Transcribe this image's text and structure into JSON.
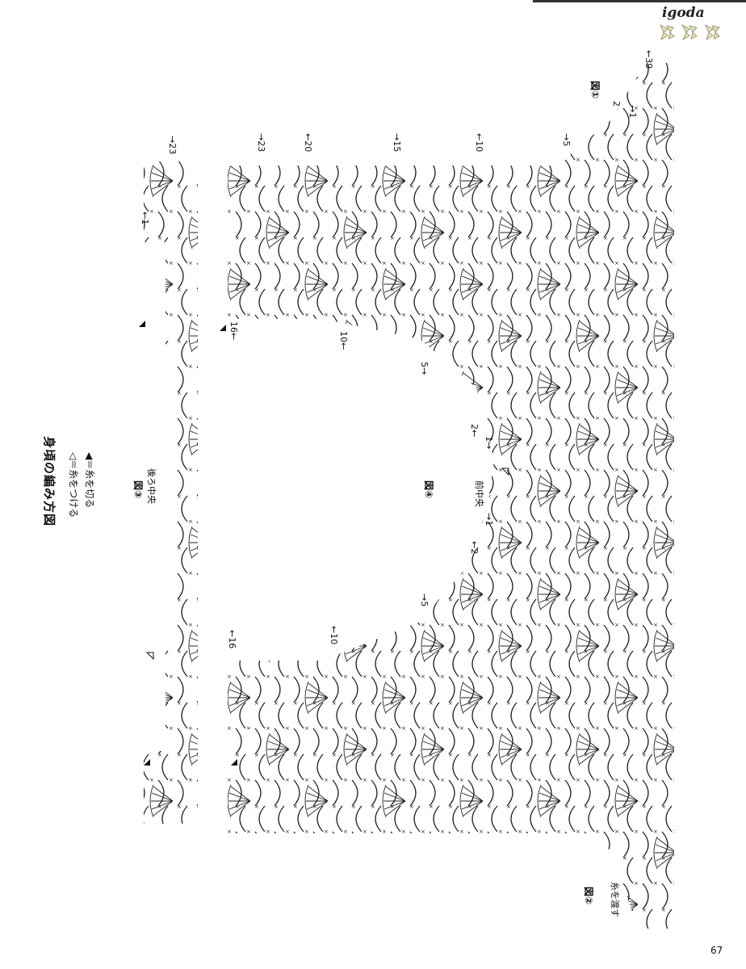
{
  "header": {
    "brand": "igoda",
    "page_number": "67"
  },
  "title": "身頃の編み方図",
  "legend": [
    {
      "symbol": "◁",
      "text": "＝糸をつける"
    },
    {
      "symbol": "◀",
      "text": "＝糸を切る"
    }
  ],
  "figures": {
    "fig1": "図①",
    "fig2": "図②",
    "fig3": "図③",
    "fig4": "図④"
  },
  "labels": {
    "back_center": "後ろ中央",
    "front_center": "前中央",
    "carry_yarn": "糸を渡す"
  },
  "row_numbers": {
    "fig1_top": "←39",
    "fig1_2": "2",
    "fig1_1": "→1",
    "fig4_23": "→23",
    "fig4_20": "←20",
    "fig4_15": "→15",
    "fig4_10": "←10",
    "fig4_5": "→5",
    "fig4_left16": "16←",
    "fig4_left10": "10←",
    "fig4_left5": "5→",
    "fig4_2a": "2←",
    "fig4_1a": "1→",
    "fig4_1b": "→1",
    "fig4_2b": "←2",
    "fig4_5b": "→5",
    "fig4_10b": "←10",
    "fig4_16b": "←16",
    "fig3_23": "→23",
    "fig3_1": "←1"
  }
}
